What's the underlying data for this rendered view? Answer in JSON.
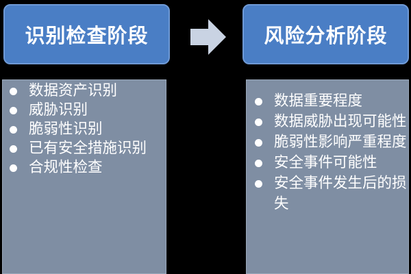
{
  "left_stage": {
    "title": "识别检查阶段",
    "items": [
      "数据资产识别",
      "威胁识别",
      "脆弱性识别",
      "已有安全措施识别",
      "合规性检查"
    ]
  },
  "arrow": {
    "icon": "arrow-right-icon",
    "color": "#c9d3e3"
  },
  "right_stage": {
    "title": "风险分析阶段",
    "items": [
      "数据重要程度",
      "数据威胁出现可能性",
      "脆弱性影响严重程度",
      "安全事件可能性",
      "安全事件发生后的损失"
    ]
  },
  "colors": {
    "background": "#000000",
    "header_fill": "#4a7ec5",
    "content_fill": "#7f8ea3",
    "text": "#ffffff"
  }
}
